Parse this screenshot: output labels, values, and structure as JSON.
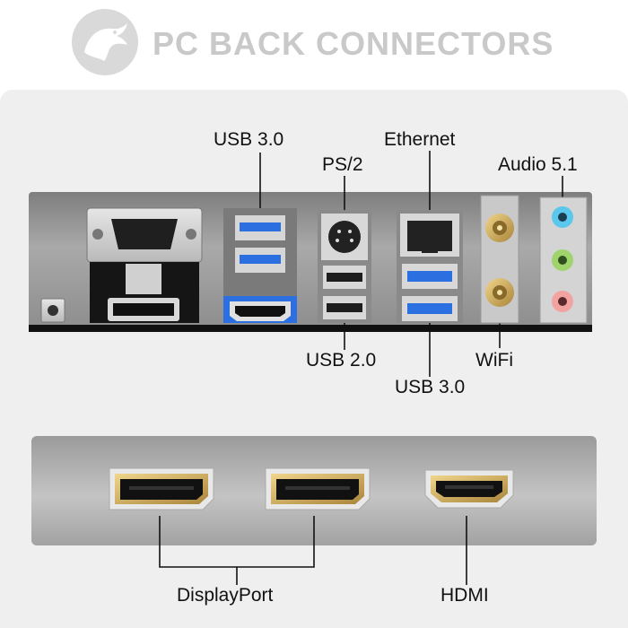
{
  "header": {
    "title": "PC BACK CONNECTORS",
    "logo_icon": "dinosaur-icon"
  },
  "labels": {
    "usb30_top": "USB 3.0",
    "ethernet": "Ethernet",
    "ps2": "PS/2",
    "audio": "Audio 5.1",
    "usb20": "USB 2.0",
    "wifi": "WiFi",
    "usb30_bottom": "USB 3.0",
    "displayport": "DisplayPort",
    "hdmi": "HDMI"
  },
  "colors": {
    "usb3_blue": "#2b6fe0",
    "audio_blue": "#5bc7ec",
    "audio_green": "#9fd36b",
    "audio_pink": "#f2a2a0",
    "gold": "#c9a55a",
    "panel_gray": "#9a9a9a"
  }
}
